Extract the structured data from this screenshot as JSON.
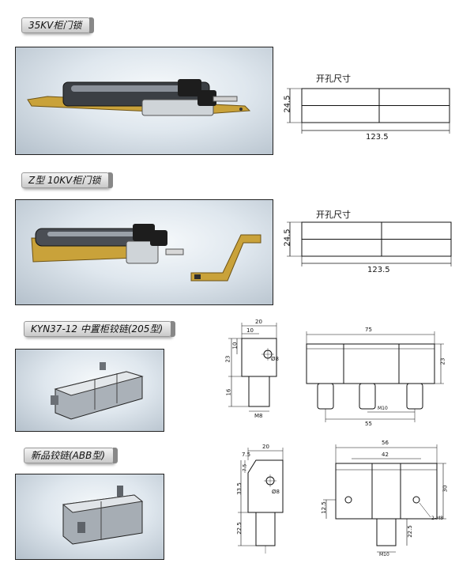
{
  "sections": [
    {
      "title": "35KV柜门锁"
    },
    {
      "title": "Z型  10KV柜门锁"
    },
    {
      "title": "KYN37-12  中置柜铰链(205型)"
    },
    {
      "title": "新品铰链(ABB型)"
    }
  ],
  "cutout1": {
    "title": "开孔尺寸",
    "height": "24.5",
    "width": "123.5"
  },
  "cutout2": {
    "title": "开孔尺寸",
    "height": "24.5",
    "width": "123.5"
  },
  "hinge205_side": {
    "width": "20",
    "offset": "10",
    "upper": "10",
    "height": "23",
    "pin": "16",
    "bolt": "M8",
    "hole": "Ø8"
  },
  "hinge205_front": {
    "width": "75",
    "height": "23",
    "spacing": "55",
    "bolt": "M10"
  },
  "abb_side": {
    "width": "20",
    "offset": "7.5",
    "upper": "7.5",
    "height": "33.5",
    "pin": "22.5",
    "hole": "Ø8"
  },
  "abb_front": {
    "width": "56",
    "inner": "42",
    "height": "30",
    "hole_h": "12.5",
    "pin": "22.5",
    "bolt": "M10",
    "holes": "2-M8"
  }
}
